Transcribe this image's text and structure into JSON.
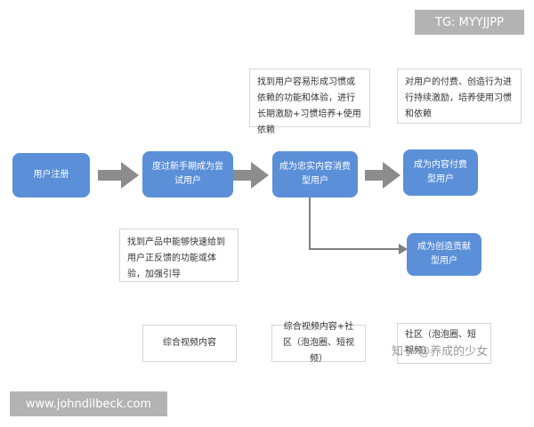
{
  "overlay": {
    "tg_text": "TG: MYYJJPP",
    "site_text": "www.johndilbeck.com",
    "watermark_text": "知乎 @养成的少女"
  },
  "flow": {
    "register": "用户注册",
    "novice": "度过新手期成为尝试用户",
    "loyal": "成为忠实内容消费型用户",
    "paid": "成为内容付费型用户",
    "creator": "成为创造贡献型用户"
  },
  "notes": {
    "habit": "找到用户容易形成习惯或依赖的功能和体验，进行长期激励+习惯培养+使用依赖",
    "pay": "对用户的付费、创造行为进行持续激励，培养使用习惯和依赖",
    "guide": "找到产品中能够快速给到用户正反馈的功能或体验，加强引导"
  },
  "content": {
    "mixed_video": "综合视频内容",
    "video_community": "综合视频内容+社区（泡泡圈、短视频）",
    "community": "社区（泡泡圈、短视频）"
  },
  "colors": {
    "flow_fill": "#5b8fd8",
    "arrow_gray": "#8c8c8c",
    "connector_gray": "#7f7f7f"
  }
}
